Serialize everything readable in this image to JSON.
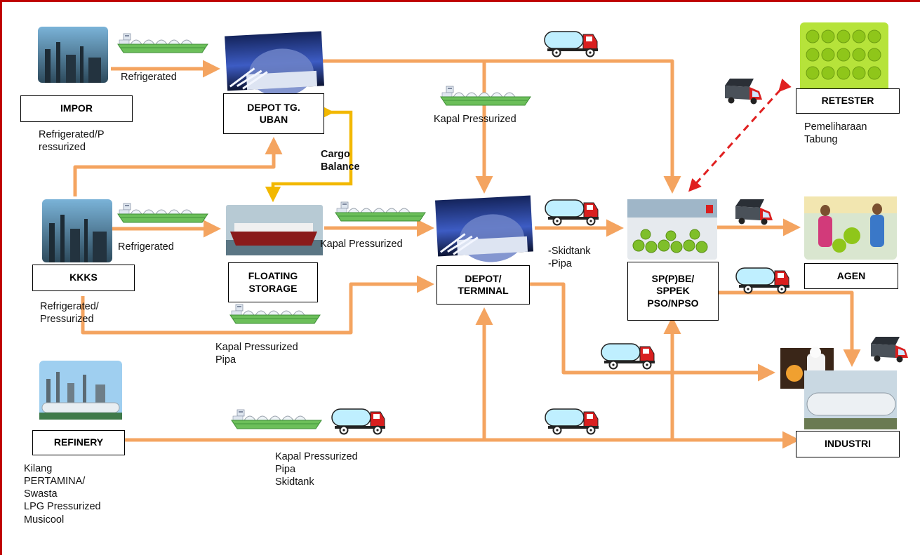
{
  "nodes": {
    "impor": "IMPOR",
    "depot_tg_uban": "DEPOT TG.\nUBAN",
    "retester": "RETESTER",
    "kkks": "KKKS",
    "floating_storage": "FLOATING\nSTORAGE",
    "depot_terminal": "DEPOT/\nTERMINAL",
    "sppbe": "SP(P)BE/\nSPPEK\nPSO/NPSO",
    "agen": "AGEN",
    "refinery": "REFINERY",
    "industri": "INDUSTRI"
  },
  "labels": {
    "impor_to_depot": "Refrigerated",
    "impor_sub": "Refrigerated/P\nressurized",
    "kapal_top": "Kapal Pressurized",
    "cargo_balance": "Cargo\nBalance",
    "retester_sub": "Pemeliharaan\nTabung",
    "kkks_to_floating": "Refrigerated",
    "floating_to_depot": "Kapal Pressurized",
    "depot_to_sppbe": "-Skidtank\n-Pipa",
    "kkks_sub": "Refrigerated/\nPressurized",
    "kkks_bottom": "Kapal Pressurized\nPipa",
    "refinery_mid": "Kapal Pressurized\nPipa\nSkidtank",
    "refinery_sub": "Kilang\nPERTAMINA/\nSwasta\nLPG Pressurized\nMusicool"
  },
  "colors": {
    "frame": "#c00000",
    "flow_arrow": "#f4a460",
    "cargo_arrow": "#f2b800",
    "retester_link": "#e02020",
    "ship_hull": "#6cbf5a",
    "truck_cab": "#d91f1f",
    "tank": "#bfefff"
  },
  "icons": {
    "ship": "lpg-ship-icon",
    "skid_truck": "skid-tank-truck-icon",
    "cargo_truck": "cargo-truck-icon"
  }
}
